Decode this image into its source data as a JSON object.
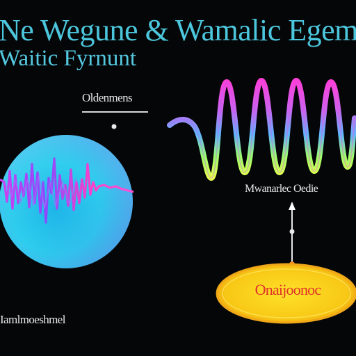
{
  "title": {
    "line1": "Ne Wegune & Wamalic Egem",
    "line2": "Waitic Fyrnunt"
  },
  "labels": {
    "top": "Oldenmens",
    "middle": "Mwanarlec Oedie",
    "bottom": "Iamlmoeshmel",
    "ellipse": "Onaijoonoc"
  },
  "colors": {
    "background": "#050608",
    "title": "#4cc6dc",
    "ellipse_fill": "#f7d418",
    "ellipse_text": "#e0302a"
  }
}
